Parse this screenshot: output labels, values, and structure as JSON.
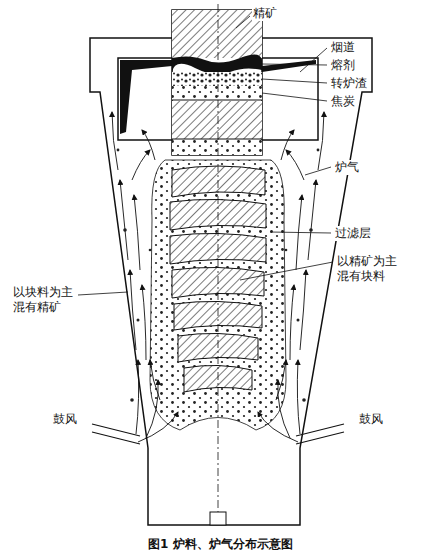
{
  "diagram": {
    "caption": "图1 炉料、炉气分布示意图",
    "labels": [
      "精矿",
      "烟道",
      "熔剂",
      "转炉渣",
      "焦炭",
      "炉气",
      "过滤层",
      "以块料为主 混有精矿",
      "以精矿为主 混有块料",
      "鼓风",
      "鼓风"
    ]
  }
}
